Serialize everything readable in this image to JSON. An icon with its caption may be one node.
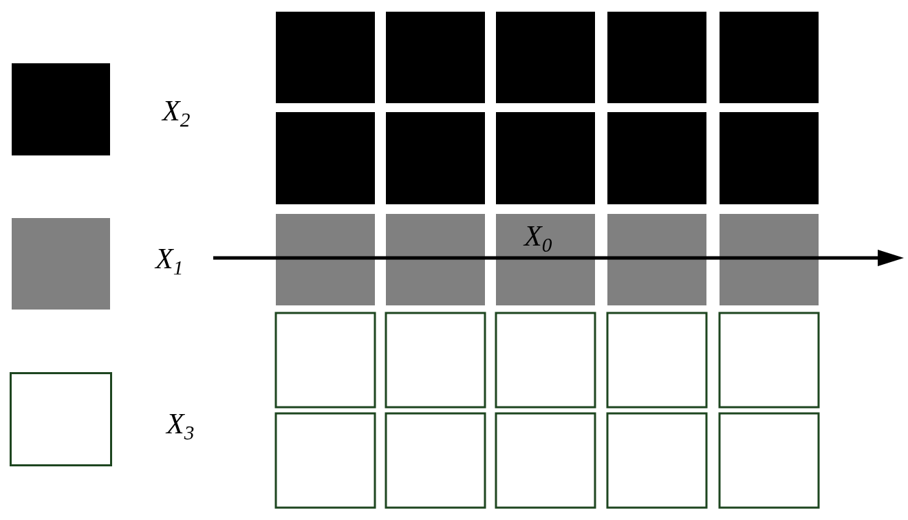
{
  "diagram": {
    "labels": [
      "X$_{0}$"
    ],
    "legend": [
      {
        "text": "X$_{2}$",
        "color": "#000000"
      },
      {
        "text": "X$_{1}$",
        "color": "#808080"
      },
      {
        "text": "X$_{3}$",
        "color": "#ffffff"
      }
    ]
  }
}
